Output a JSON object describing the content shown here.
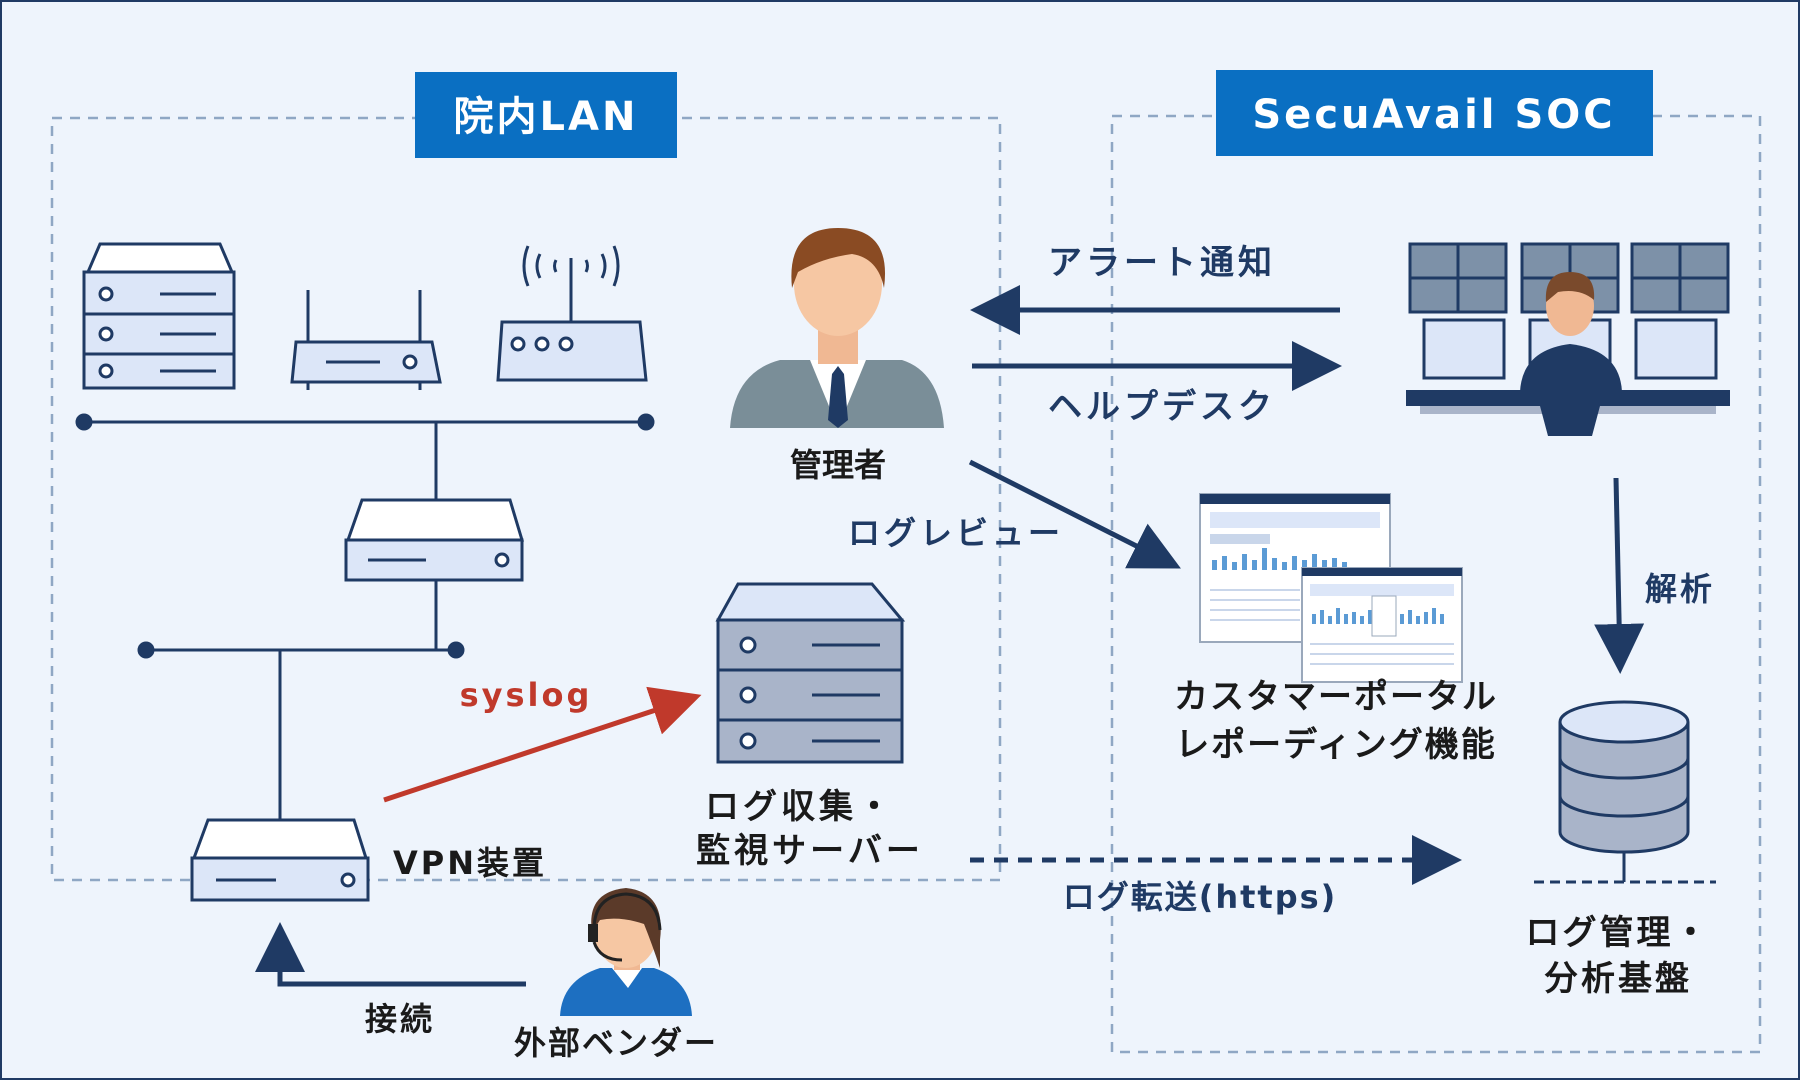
{
  "zones": {
    "hospital_lan": {
      "title": "院内LAN"
    },
    "soc": {
      "title": "SecuAvail SOC"
    }
  },
  "nodes": {
    "admin": "管理者",
    "log_server_line1": "ログ収集・",
    "log_server_line2": "監視サーバー",
    "vpn": "VPN装置",
    "vendor": "外部ベンダー",
    "portal_line1": "カスタマーポータル",
    "portal_line2": "レポーディング機能",
    "log_platform_line1": "ログ管理・",
    "log_platform_line2": "分析基盤"
  },
  "edges": {
    "alert": "アラート通知",
    "helpdesk": "ヘルプデスク",
    "log_review": "ログレビュー",
    "syslog": "syslog",
    "analysis": "解析",
    "log_transfer": "ログ転送(https)",
    "connect": "接続"
  },
  "colors": {
    "background": "#eef4fc",
    "navy": "#1f3a64",
    "zone_label_bg": "#0a6fc2",
    "syslog_red": "#c0392b",
    "device_fill": "#dce6f8",
    "server_fill": "#a9b4c9"
  }
}
